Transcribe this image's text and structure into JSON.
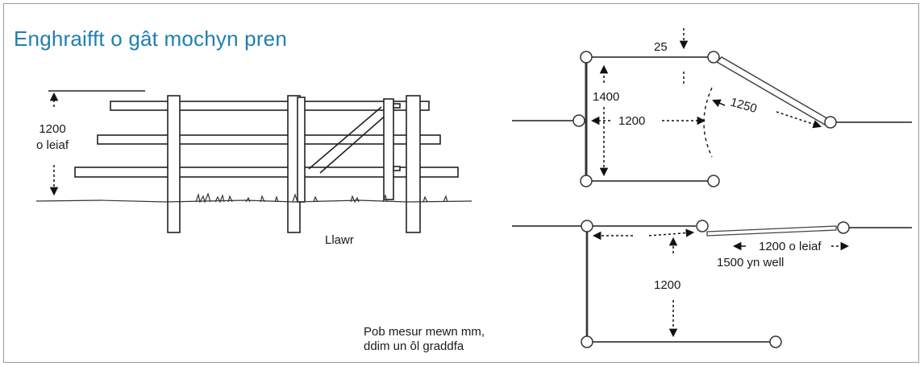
{
  "title": "Enghraifft o gât mochyn pren",
  "side_view": {
    "height_value": "1200",
    "height_note": "o leiaf",
    "ground_label": "Llawr"
  },
  "plan_top": {
    "dim_top": "25",
    "dim_depth": "1400",
    "dim_width": "1200",
    "dim_swing": "1250"
  },
  "plan_bottom": {
    "dim_depth": "1200",
    "gap_line1": "1200 o leiaf",
    "gap_line2": "1500 yn well"
  },
  "footnote": {
    "line1": "Pob mesur mewn mm,",
    "line2": "ddim un ôl graddfa"
  }
}
